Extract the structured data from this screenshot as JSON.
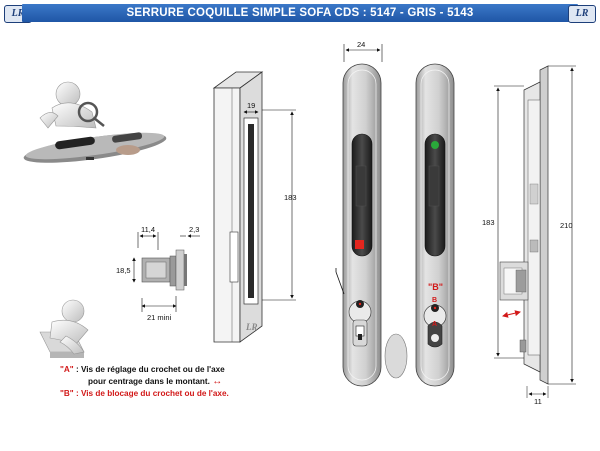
{
  "header": {
    "title": "SERRURE COQUILLE SIMPLE SOFA CDS : 5147 - GRIS - 5143",
    "logo_text": "LR"
  },
  "dimensions": {
    "width_24": "24",
    "width_19": "19",
    "height_183_front": "183",
    "height_183_side": "183",
    "height_210": "210",
    "d_11_4": "11,4",
    "d_2_3": "2,3",
    "d_18_5": "18,5",
    "d_21_mini": "21 mini",
    "d_11": "11"
  },
  "labels": {
    "A": "A",
    "B": "B",
    "B_quoted": "\"B\"",
    "plate_logo": "LR"
  },
  "notes": {
    "a_key": "\"A\"",
    "a_text": " : Vis de réglage  du crochet ou de l'axe",
    "a_text2": "pour centrage dans le montant.",
    "b_key": "\"B\"",
    "b_text": " : Vis de blocage du crochet ou de l'axe."
  },
  "colors": {
    "banner": "#2a63b5",
    "red_indicator": "#e3261e",
    "green_indicator": "#2aa83a",
    "plate_grey": "#c7c7c7"
  }
}
